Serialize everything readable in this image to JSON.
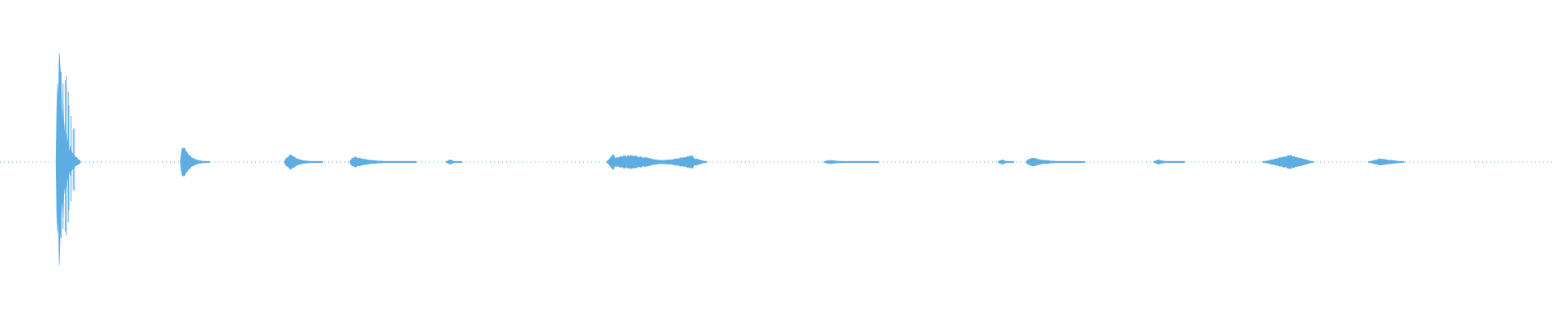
{
  "waveform": {
    "color": "#5dade2",
    "events": [
      {
        "kind": "transient-spike",
        "start": 0.036,
        "peak": 0.038,
        "end": 0.052,
        "amplitude": 0.85
      },
      {
        "kind": "transient",
        "start": 0.116,
        "peak": 0.118,
        "end": 0.135,
        "amplitude": 0.11
      },
      {
        "kind": "blob",
        "start": 0.183,
        "peak": 0.187,
        "end": 0.208,
        "amplitude": 0.05
      },
      {
        "kind": "tail",
        "start": 0.225,
        "peak": 0.228,
        "end": 0.268,
        "amplitude": 0.035
      },
      {
        "kind": "blip",
        "start": 0.287,
        "peak": 0.29,
        "end": 0.297,
        "amplitude": 0.015
      },
      {
        "kind": "burst",
        "start": 0.39,
        "peak": 0.395,
        "end": 0.455,
        "amplitude": 0.06
      },
      {
        "kind": "tail",
        "start": 0.53,
        "peak": 0.534,
        "end": 0.565,
        "amplitude": 0.012
      },
      {
        "kind": "blip",
        "start": 0.642,
        "peak": 0.645,
        "end": 0.652,
        "amplitude": 0.015
      },
      {
        "kind": "tail",
        "start": 0.66,
        "peak": 0.664,
        "end": 0.698,
        "amplitude": 0.03
      },
      {
        "kind": "tail",
        "start": 0.742,
        "peak": 0.745,
        "end": 0.762,
        "amplitude": 0.015
      },
      {
        "kind": "diamond",
        "start": 0.812,
        "peak": 0.83,
        "end": 0.845,
        "amplitude": 0.045
      },
      {
        "kind": "diamond",
        "start": 0.88,
        "peak": 0.887,
        "end": 0.903,
        "amplitude": 0.022
      }
    ]
  }
}
